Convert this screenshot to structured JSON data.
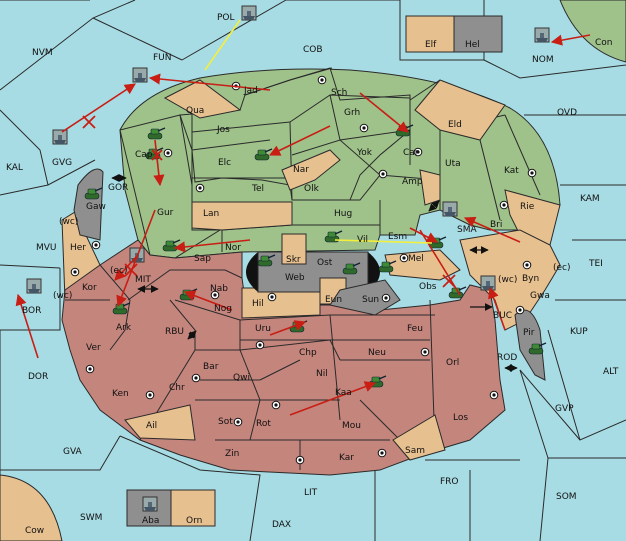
{
  "colors": {
    "sea": "#a8dce4",
    "green": "#9fc18a",
    "tan": "#e7c08f",
    "red": "#c4857d",
    "grey": "#8f8f8f",
    "border": "#2a2a2a",
    "arrow_red": "#c81e14",
    "arrow_yellow": "#f3ef3c",
    "black": "#111111"
  },
  "labels": {
    "pol": "POL",
    "nvm": "NVM",
    "fun": "FUN",
    "cob": "COB",
    "con": "Con",
    "nom": "NOM",
    "elf": "Elf",
    "hel": "Hel",
    "jad": "Jad",
    "qua": "Qua",
    "sch": "Sch",
    "ovd": "OVD",
    "jos": "Jos",
    "grh": "Grh",
    "eld": "Eld",
    "kal": "KAL",
    "gvg": "GVG",
    "cap": "Cap",
    "car": "Car",
    "yok": "Yok",
    "elc": "Elc",
    "nar": "Nar",
    "uta": "Uta",
    "kat": "Kat",
    "kam": "KAM",
    "gor": "GOR",
    "tel": "Tel",
    "olk": "Olk",
    "amp": "Amp",
    "gaw": "Gaw",
    "gur": "Gur",
    "lan": "Lan",
    "hug": "Hug",
    "sma": "SMA",
    "rie": "Rie",
    "bri": "Bri",
    "wc1": "(wc)",
    "mvu": "MVU",
    "her": "Her",
    "nor": "Nor",
    "vil": "Vil",
    "esm": "Esm",
    "tei": "TEI",
    "sap": "Sap",
    "skr": "Skr",
    "ost": "Ost",
    "mel": "Mel",
    "byn": "Byn",
    "ec1": "(ec)",
    "ec2": "(ec)",
    "mit": "MIT",
    "kor": "Kor",
    "wc2": "(wc)",
    "web": "Web",
    "wc3": "(wc)",
    "bor": "BOR",
    "nab": "Nab",
    "eun": "Eun",
    "sun": "Sun",
    "obs": "Obs",
    "gwa": "Gwa",
    "kup": "KUP",
    "hil": "Hil",
    "nog": "Nog",
    "buc": "BUC",
    "ark": "Ark",
    "rbu": "RBU",
    "uru": "Uru",
    "feu": "Feu",
    "pir": "Pir",
    "ver": "Ver",
    "chp": "Chp",
    "neu": "Neu",
    "rod": "ROD",
    "dor": "DOR",
    "bar": "Bar",
    "orl": "Orl",
    "alt": "ALT",
    "qwi": "Qwi",
    "nil": "Nil",
    "ken": "Ken",
    "chr": "Chr",
    "kaa": "Kaa",
    "gvp": "GVP",
    "ail": "Ail",
    "sot": "Sot",
    "rot": "Rot",
    "los": "Los",
    "mou": "Mou",
    "gva": "GVA",
    "zin": "Zin",
    "kar": "Kar",
    "sam": "Sam",
    "fro": "FRO",
    "lit": "LIT",
    "som": "SOM",
    "swm": "SWM",
    "aba": "Aba",
    "orn": "Orn",
    "dax": "DAX",
    "cow": "Cow"
  }
}
